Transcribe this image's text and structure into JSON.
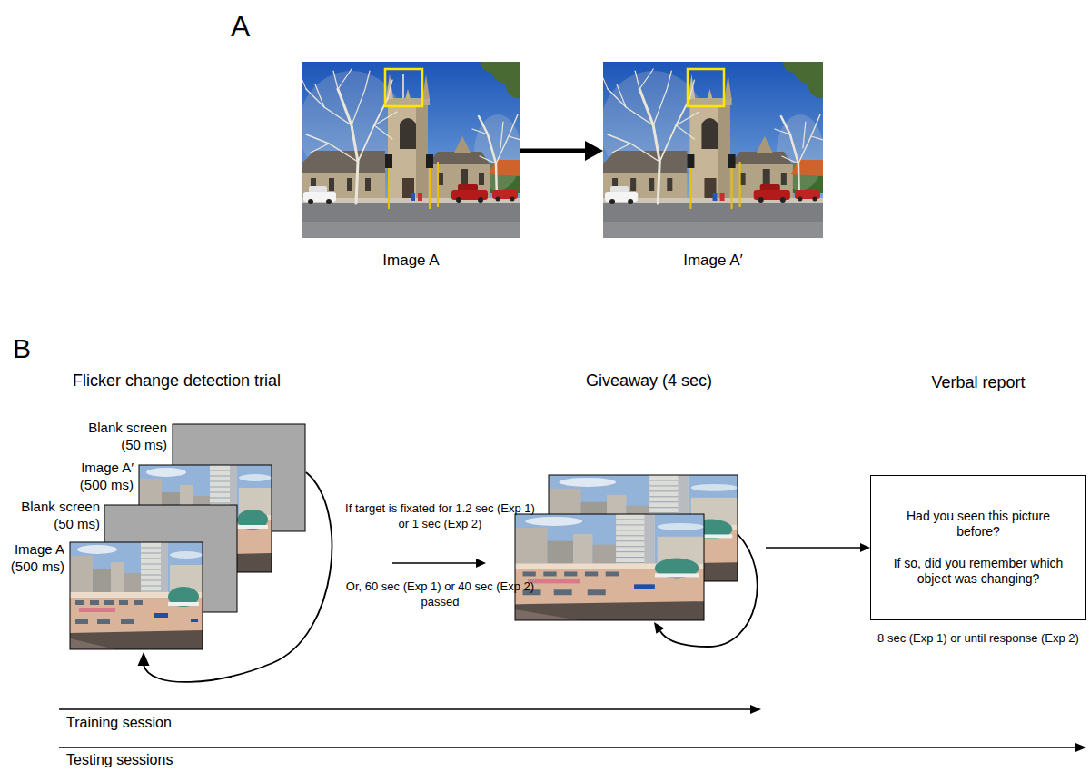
{
  "diagram": {
    "nodes": [
      {
        "text": [
          "Image A"
        ]
      },
      {
        "text": [
          "Image A′"
        ]
      },
      {
        "text": [
          "Flicker change detection trial"
        ]
      },
      {
        "text": [
          "Giveaway (4 sec)"
        ]
      },
      {
        "text": [
          "Verbal report",
          "Had you seen this picture before?",
          "If so, did you remember which object was changing?"
        ]
      }
    ],
    "edges": [
      {
        "from": 0,
        "to": 1,
        "arrow": "to"
      },
      {
        "from": 2,
        "to": 3,
        "arrow": "to"
      },
      {
        "from": 3,
        "to": 4,
        "arrow": "to"
      }
    ],
    "labels": [
      "A",
      "B",
      "Blank screen (50 ms)",
      "Image A′ (500 ms)",
      "Blank screen (50 ms)",
      "Image A (500 ms)",
      "If target is fixated for 1.2 sec (Exp 1) or 1 sec (Exp 2)",
      "Or, 60 sec (Exp 1) or 40 sec (Exp 2) passed",
      "8 sec (Exp 1) or until response (Exp 2)",
      "Training session",
      "Testing sessions"
    ]
  }
}
